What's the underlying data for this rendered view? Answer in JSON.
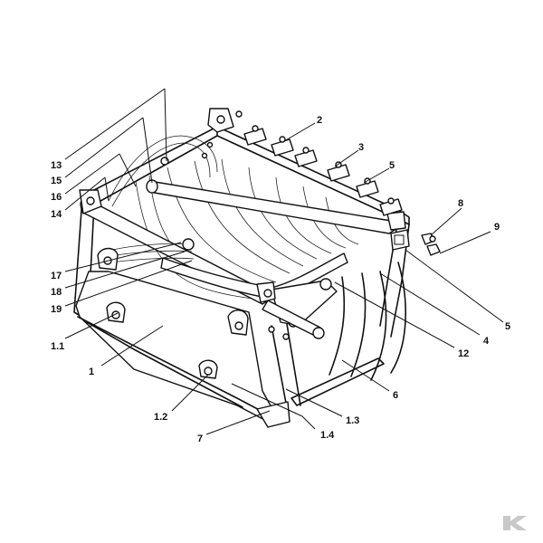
{
  "diagram": {
    "labels": [
      "13",
      "15",
      "16",
      "14",
      "17",
      "18",
      "19",
      "1.1",
      "1",
      "1.2",
      "7",
      "1.4",
      "1.3",
      "6",
      "12",
      "4",
      "5",
      "9",
      "8",
      "5",
      "3",
      "2"
    ],
    "logo_text": "K"
  },
  "colors": {
    "ink": "#111111",
    "logo": "#c8c8c8"
  }
}
